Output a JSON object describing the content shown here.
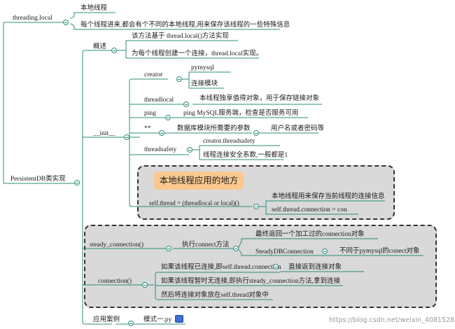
{
  "mindmap": {
    "root1": {
      "label": "threading.local",
      "children": [
        "本地线程",
        "每个线程进来,都会有个不同的本地线程,用来保存该线程的一些特殊信息"
      ]
    },
    "root2": {
      "label": "PersistentDB类实现",
      "overview": {
        "label": "概述",
        "children": [
          "该方法基于 thread.local()方法实现",
          "为每个线程创建一个连接，thread.local实现。"
        ]
      },
      "init": {
        "label": "__init__",
        "creator": {
          "label": "creator",
          "children": [
            "pymysql",
            "连接模块"
          ]
        },
        "threadlocal": {
          "label": "threadlocal",
          "desc": "本线程独享值得对象，用于保存链接对象"
        },
        "ping": {
          "label": "ping",
          "desc": "ping MySQL服务端，检查是否服务可用"
        },
        "kwargs": {
          "label": "**",
          "desc": "数据库模块所需要的参数",
          "child": "用户名或者密码等"
        },
        "threadsafety": {
          "label": "threadsafety",
          "children": [
            "creator.threadsafety",
            "线程连接安全系数,一般都是1"
          ]
        },
        "self_thread": {
          "label": "self.thread = (threadlocal or local)()",
          "children": [
            "本地线程用来保存当前线程的连接信息",
            "self.thread.connection = con"
          ]
        }
      },
      "steady": {
        "label": "steady_connection()",
        "child": "执行connect方法",
        "leaves": [
          "最终返回一个加工过的connection对象"
        ],
        "steadydb": {
          "label": "SteadyDBConnection",
          "desc": "不同于pymysql的conect对象"
        }
      },
      "connection": {
        "label": "connection()",
        "items": [
          {
            "text": "如果该线程已连接,即self.thread.connection",
            "sub": "直接返到连接对象"
          },
          {
            "text": "如果该线程暂时无连接,即执行steady_connection方法,拿到连接",
            "sub": ""
          },
          {
            "text": "然后将连接对象放在self.thread对象中",
            "sub": ""
          }
        ]
      },
      "example": {
        "label": "应用案例",
        "child": "模式一.py"
      }
    },
    "callout": "本地线程应用的地方",
    "watermark": "https://blog.csdn.net/weixin_40815281"
  },
  "colors": {
    "line": "#2c8c7a",
    "callout_bg": "#fbc88f",
    "highlight_box_bg": "#d9d9d9"
  },
  "icons": [
    "collapse-circle-icon",
    "python-file-icon"
  ]
}
